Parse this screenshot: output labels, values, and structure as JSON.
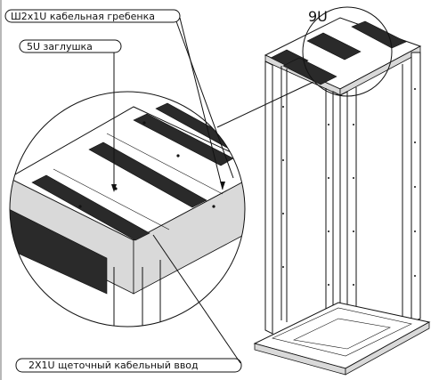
{
  "callouts": {
    "comb_label": "Ш2x1U кабельная гребенка",
    "blank_label": "5U заглушка",
    "brush_label": "2X1U  щеточный кабельный ввод",
    "units_label": "9U"
  }
}
